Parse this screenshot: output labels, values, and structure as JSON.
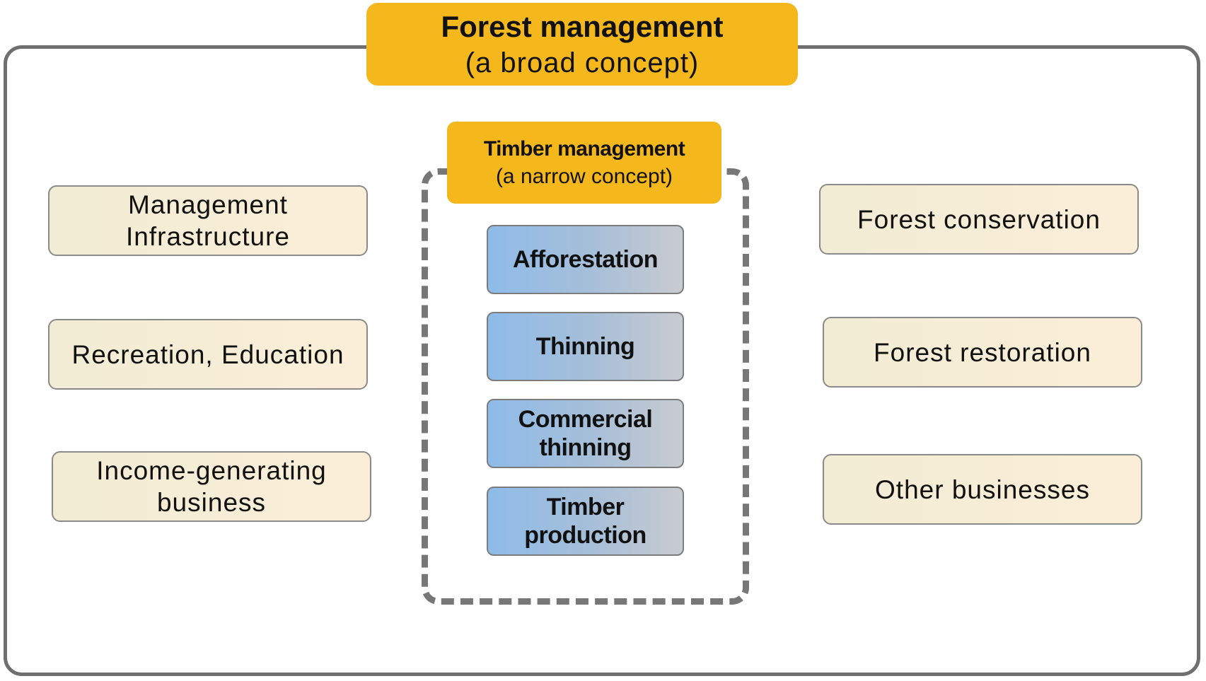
{
  "title": {
    "main": "Forest management",
    "sub": "(a broad concept)"
  },
  "narrow": {
    "main": "Timber management",
    "sub": "(a narrow concept)"
  },
  "activities": [
    "Afforestation",
    "Thinning",
    "Commercial\nthinning",
    "Timber\nproduction"
  ],
  "left_items": [
    "Management\nInfrastructure",
    "Recreation, Education",
    "Income-generating\nbusiness"
  ],
  "right_items": [
    "Forest conservation",
    "Forest restoration",
    "Other businesses"
  ],
  "colors": {
    "title_fill": "#f4b81d",
    "frame_stroke": "#6f6f6f",
    "side_box_fill": "#f6edd6",
    "activity_fill_start": "#8ebbe9",
    "activity_fill_end": "#c9cbd0"
  }
}
